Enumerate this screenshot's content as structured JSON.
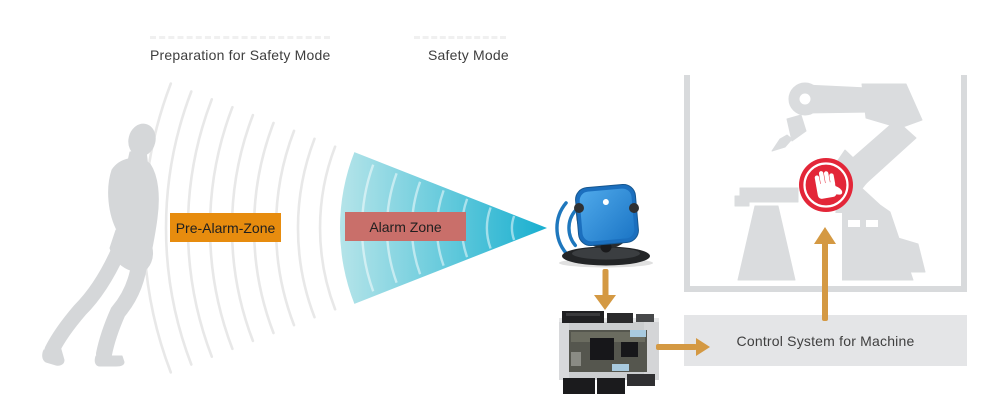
{
  "scene": {
    "preparation_label": "Preparation for Safety Mode",
    "safety_label": "Safety Mode",
    "pre_alarm_zone_label": "Pre-Alarm-Zone",
    "alarm_zone_label": "Alarm Zone",
    "control_system_label": "Control System for Machine"
  },
  "colors": {
    "pre_alarm_bg": "#E78C0E",
    "alarm_bg": "#C96F6A",
    "arrow_orange": "#D49943",
    "stop_icon_red": "#E32638",
    "sensor_blue": "#2E8FD9",
    "cone_light": "#B5E4E9",
    "cone_dark": "#19AFD0",
    "wave_gray": "#E8E8E8",
    "wave_blue": "#1E77BD",
    "silhouette_gray": "#D5D7D9",
    "cage_gray": "#D8DADC",
    "control_box_bg": "#E4E5E7"
  },
  "icons": {
    "person": "person-silhouette",
    "radar": "radar-wave-arcs",
    "cone": "detection-cone",
    "sensor": "ultrasonic-sensor-icon",
    "waves": "sound-wave-arcs",
    "plc": "plc-controller-icon",
    "robot": "robot-arm-silhouette",
    "cage": "safety-cage",
    "stop": "stop-hand-icon",
    "arrows": "flow-arrows"
  }
}
